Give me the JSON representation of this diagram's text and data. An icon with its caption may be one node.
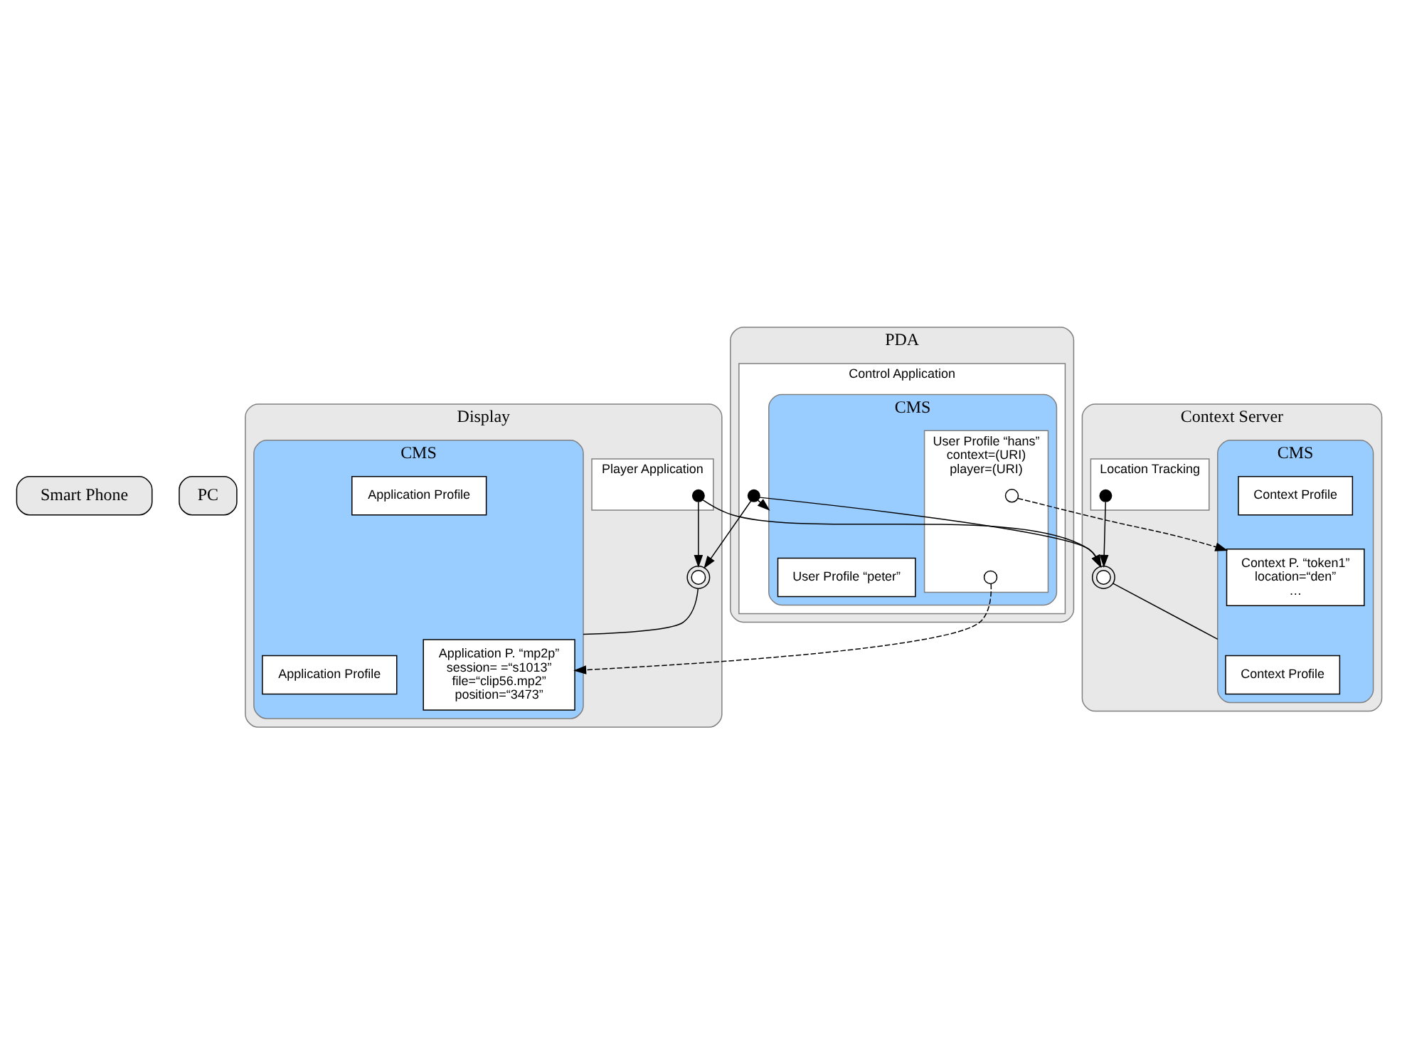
{
  "diagram": {
    "nodes": [
      {
        "text": [
          "Smart Phone"
        ]
      },
      {
        "text": [
          "PC"
        ]
      },
      {
        "text": [
          "PDA"
        ]
      },
      {
        "text": [
          "Control Application"
        ],
        "in": 2
      },
      {
        "text": [],
        "shape": "circle",
        "in": 3
      },
      {
        "text": [
          "CMS"
        ],
        "in": 3
      },
      {
        "text": [
          "User Profile “peter”"
        ],
        "in": 5
      },
      {
        "text": [
          "User Profile “hans”",
          "context=(URI)",
          "player=(URI)"
        ],
        "in": 5
      },
      {
        "text": [],
        "shape": "circle",
        "in": 7
      },
      {
        "text": [],
        "shape": "circle",
        "in": 7
      },
      {
        "text": [
          "Context Server"
        ]
      },
      {
        "text": [
          "Location Tracking"
        ],
        "in": 10
      },
      {
        "text": [],
        "shape": "circle",
        "in": 11
      },
      {
        "text": [],
        "shape": "circle",
        "in": 10
      },
      {
        "text": [
          "CMS"
        ],
        "in": 10
      },
      {
        "text": [
          "Context Profile"
        ],
        "in": 14
      },
      {
        "text": [
          "Context Profile"
        ],
        "in": 14
      },
      {
        "text": [
          "Context P. “token1”",
          "location=“den”",
          "…"
        ],
        "in": 14
      },
      {
        "text": [
          "Display"
        ]
      },
      {
        "text": [
          "Player Application"
        ],
        "in": 18
      },
      {
        "text": [],
        "shape": "circle",
        "in": 19
      },
      {
        "text": [],
        "shape": "circle",
        "in": 18
      },
      {
        "text": [
          "CMS"
        ],
        "in": 18
      },
      {
        "text": [
          "Application Profile"
        ],
        "in": 22
      },
      {
        "text": [
          "Application Profile"
        ],
        "in": 22
      },
      {
        "text": [
          "Application P. “mp2p”",
          "session= =“s1013”",
          "file=“clip56.mp2”",
          "position=“3473”"
        ],
        "in": 22
      }
    ],
    "edges": [
      {
        "from": 4,
        "to": 5,
        "arrow": "to"
      },
      {
        "from": 4,
        "to": 21,
        "arrow": "to"
      },
      {
        "from": 4,
        "to": 13,
        "arrow": "to"
      },
      {
        "from": 12,
        "to": 13,
        "arrow": "to"
      },
      {
        "from": 20,
        "to": 21,
        "arrow": "to"
      },
      {
        "from": 20,
        "to": 13,
        "arrow": "to"
      },
      {
        "from": 13,
        "to": 14,
        "arrow": "none"
      },
      {
        "from": 21,
        "to": 22,
        "arrow": "none"
      },
      {
        "from": 8,
        "to": 17,
        "arrow": "to",
        "style": "dashed"
      },
      {
        "from": 9,
        "to": 25,
        "arrow": "to",
        "style": "dashed"
      }
    ]
  }
}
